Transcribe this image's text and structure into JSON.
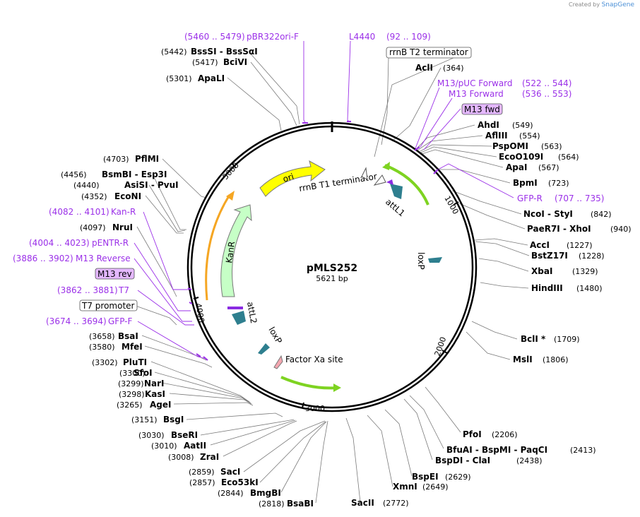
{
  "credit": {
    "prefix": "Created by",
    "brand": "SnapGene"
  },
  "plasmid": {
    "name": "pMLS252",
    "length_label": "5621 bp"
  },
  "ticks": [
    "1000",
    "2000",
    "3000",
    "4000",
    "5000"
  ],
  "features": {
    "ori": "ori",
    "kanr": "KanR",
    "rrnb_t1": "rrnB T1 terminator",
    "attl1": "attL1",
    "attl2": "attL2",
    "loxp_right": "loxP",
    "loxp_left": "loxP",
    "factor_xa": "Factor Xa site"
  },
  "sites_right": [
    {
      "name": "AclI",
      "pos": "(364)"
    },
    {
      "name": "AhdI",
      "pos": "(549)"
    },
    {
      "name": "AflIII",
      "pos": "(554)"
    },
    {
      "name": "PspOMI",
      "pos": "(563)"
    },
    {
      "name": "EcoO109I",
      "pos": "(564)"
    },
    {
      "name": "ApaI",
      "pos": "(567)"
    },
    {
      "name": "BpmI",
      "pos": "(723)"
    },
    {
      "name": "NcoI - StyI",
      "pos": "(842)"
    },
    {
      "name": "PaeR7I - XhoI",
      "pos": "(940)"
    },
    {
      "name": "AccI",
      "pos": "(1227)"
    },
    {
      "name": "BstZ17I",
      "pos": "(1228)"
    },
    {
      "name": "XbaI",
      "pos": "(1329)"
    },
    {
      "name": "HindIII",
      "pos": "(1480)"
    },
    {
      "name": "BclI *",
      "pos": "(1709)"
    },
    {
      "name": "MslI",
      "pos": "(1806)"
    }
  ],
  "sites_bottom": [
    {
      "name": "PfoI",
      "pos": "(2206)"
    },
    {
      "name": "BfuAI - BspMI - PaqCI",
      "pos": "(2413)"
    },
    {
      "name": "BspDI - ClaI",
      "pos": "(2438)"
    },
    {
      "name": "BspEI",
      "pos": "(2629)"
    },
    {
      "name": "XmnI",
      "pos": "(2649)"
    },
    {
      "name": "SacII",
      "pos": "(2772)"
    },
    {
      "name": "BsaBI",
      "pos": "(2818)"
    },
    {
      "name": "BmgBI",
      "pos": "(2844)"
    },
    {
      "name": "Eco53kI",
      "pos": "(2857)"
    },
    {
      "name": "SacI",
      "pos": "(2859)"
    },
    {
      "name": "ZraI",
      "pos": "(3008)"
    },
    {
      "name": "AatII",
      "pos": "(3010)"
    },
    {
      "name": "BseRI",
      "pos": "(3030)"
    },
    {
      "name": "BsgI",
      "pos": "(3151)"
    }
  ],
  "sites_left": [
    {
      "name": "AgeI",
      "pos": "(3265)"
    },
    {
      "name": "KasI",
      "pos": "(3298)"
    },
    {
      "name": "NarI",
      "pos": "(3299)"
    },
    {
      "name": "SfoI",
      "pos": "(3300)"
    },
    {
      "name": "PluTI",
      "pos": "(3302)"
    },
    {
      "name": "MfeI",
      "pos": "(3580)"
    },
    {
      "name": "BsaI",
      "pos": "(3658)"
    },
    {
      "name": "NruI",
      "pos": "(4097)"
    },
    {
      "name": "EcoNI",
      "pos": "(4352)"
    },
    {
      "name": "AsiSI - PvuI",
      "pos": "(4440)"
    },
    {
      "name": "BsmBI - Esp3I",
      "pos": "(4456)"
    },
    {
      "name": "PflMI",
      "pos": "(4703)"
    },
    {
      "name": "ApaLI",
      "pos": "(5301)"
    },
    {
      "name": "BciVI",
      "pos": "(5417)"
    },
    {
      "name": "BssSI - BssSαI",
      "pos": "(5442)"
    }
  ],
  "primers": {
    "pbr322": {
      "pos": "(5460 .. 5479)",
      "name": "pBR322ori-F"
    },
    "l4440": {
      "name": "L4440",
      "pos": "(92 .. 109)"
    },
    "puc_fwd": {
      "name": "M13/pUC Forward",
      "pos": "(522 .. 544)"
    },
    "m13_fwd": {
      "name": "M13 Forward",
      "pos": "(536 .. 553)"
    },
    "m13fwd_box": "M13 fwd",
    "gfp_r": {
      "name": "GFP-R",
      "pos": "(707 .. 735)"
    },
    "kan_r": {
      "pos": "(4082 .. 4101)",
      "name": "Kan-R"
    },
    "pentr_r": {
      "pos": "(4004 .. 4023)",
      "name": "pENTR-R"
    },
    "m13_rev": {
      "pos": "(3886 .. 3902)",
      "name": "M13 Reverse"
    },
    "m13rev_box": "M13 rev",
    "t7": {
      "pos": "(3862 .. 3881)",
      "name": "T7"
    },
    "gfp_f": {
      "pos": "(3674 .. 3694)",
      "name": "GFP-F"
    }
  },
  "boxes": {
    "rrnb_t2": "rrnB T2 terminator",
    "t7_promoter": "T7 promoter"
  },
  "colors": {
    "primer": "#9b30e8",
    "ori": "#ffff00",
    "kanr": "#c6ffc6",
    "attl": "#2e7f8f",
    "green_arrow": "#7ed321",
    "orange_arc": "#f5a623",
    "box_fill": "#e4b8ff"
  }
}
